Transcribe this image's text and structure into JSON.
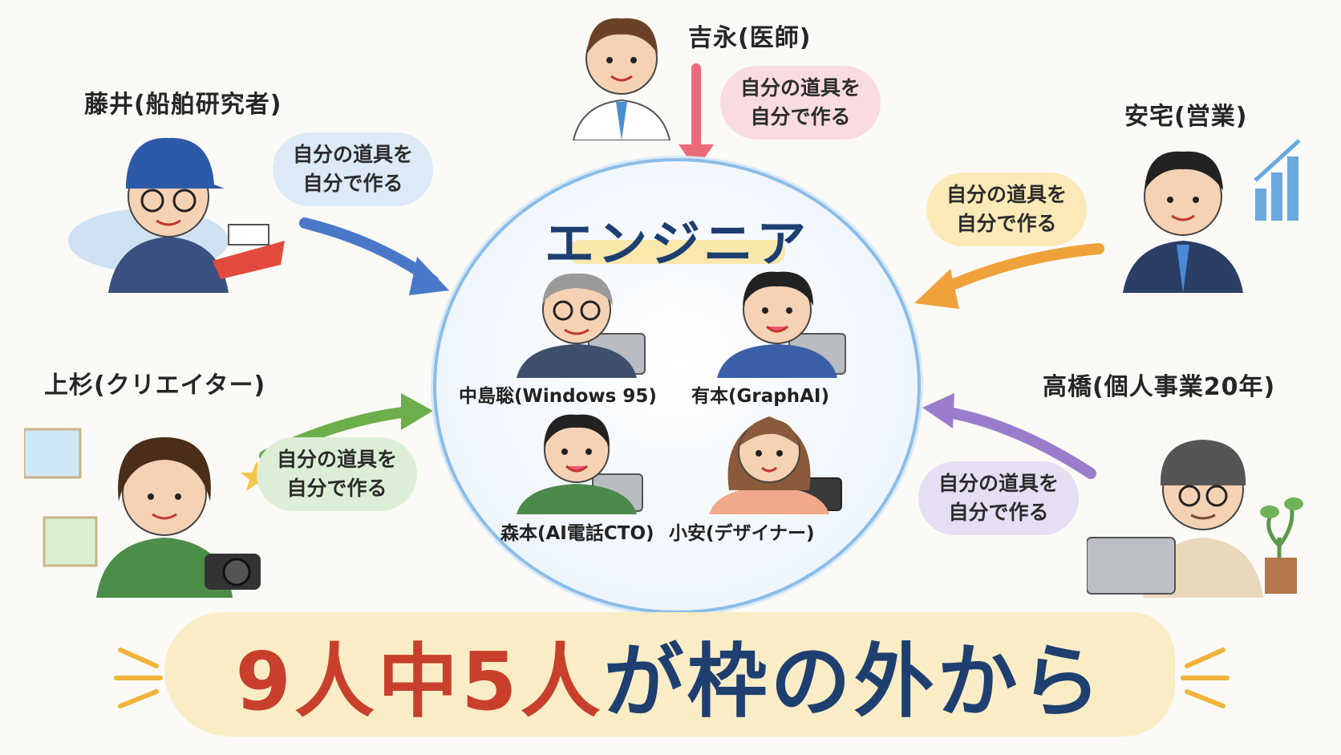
{
  "center": {
    "title": "エンジニア",
    "members": [
      {
        "label": "中島聡(Windows 95)"
      },
      {
        "label": "有本(GraphAI)"
      },
      {
        "label": "森本(AI電話CTO)"
      },
      {
        "label": "小安(デザイナー)"
      }
    ]
  },
  "outside": [
    {
      "name": "吉永(医師)",
      "bubble": [
        "自分の道具を",
        "自分で作る"
      ]
    },
    {
      "name": "藤井(船舶研究者)",
      "bubble": [
        "自分の道具を",
        "自分で作る"
      ]
    },
    {
      "name": "安宅(営業)",
      "bubble": [
        "自分の道具を",
        "自分で作る"
      ]
    },
    {
      "name": "上杉(クリエイター)",
      "bubble": [
        "自分の道具を",
        "自分で作る"
      ]
    },
    {
      "name": "高橋(個人事業20年)",
      "bubble": [
        "自分の道具を",
        "自分で作る"
      ]
    }
  ],
  "banner": {
    "part1": "9人中5人",
    "part2": "が枠の外から"
  },
  "colors": {
    "red": "#c8402c",
    "navy": "#1e3f70",
    "arrow_pink": "#ec6b78",
    "arrow_blue": "#4a78c8",
    "arrow_orange": "#f0a23a",
    "arrow_green": "#6cae4a",
    "arrow_purple": "#9a7ccc"
  }
}
